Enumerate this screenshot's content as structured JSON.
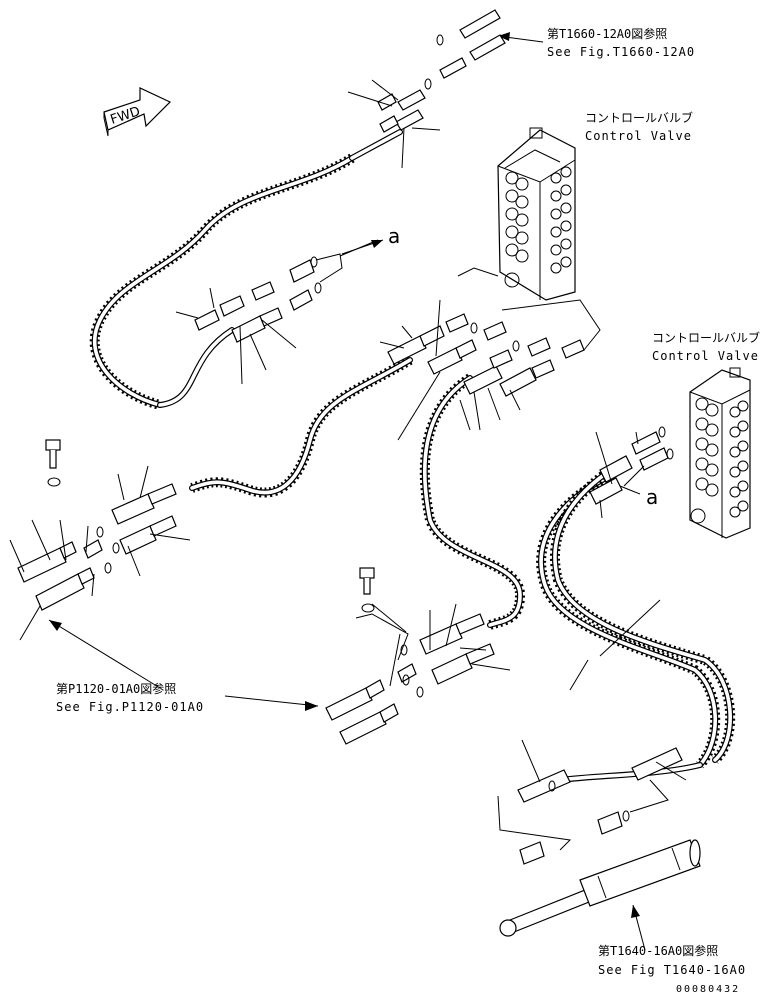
{
  "labels": {
    "ref_top_jp": "第T1660-12A0図参照",
    "ref_top_en": "See Fig.T1660-12A0",
    "cv1_jp": "コントロールバルブ",
    "cv1_en": "Control Valve",
    "cv2_jp": "コントロールバルブ",
    "cv2_en": "Control Valve",
    "ref_mid_jp": "第P1120-01A0図参照",
    "ref_mid_en": "See Fig.P1120-01A0",
    "ref_bot_jp": "第T1640-16A0図参照",
    "ref_bot_en": "See Fig T1640-16A0",
    "fwd": "FWD",
    "marker_a1": "a",
    "marker_a2": "a",
    "drawing_code": "00080432"
  },
  "icons": [
    "fwd-arrow-icon",
    "control-valve-icon",
    "hydraulic-cylinder-icon",
    "hose-icon",
    "fitting-icon",
    "bolt-icon",
    "o-ring-icon"
  ]
}
